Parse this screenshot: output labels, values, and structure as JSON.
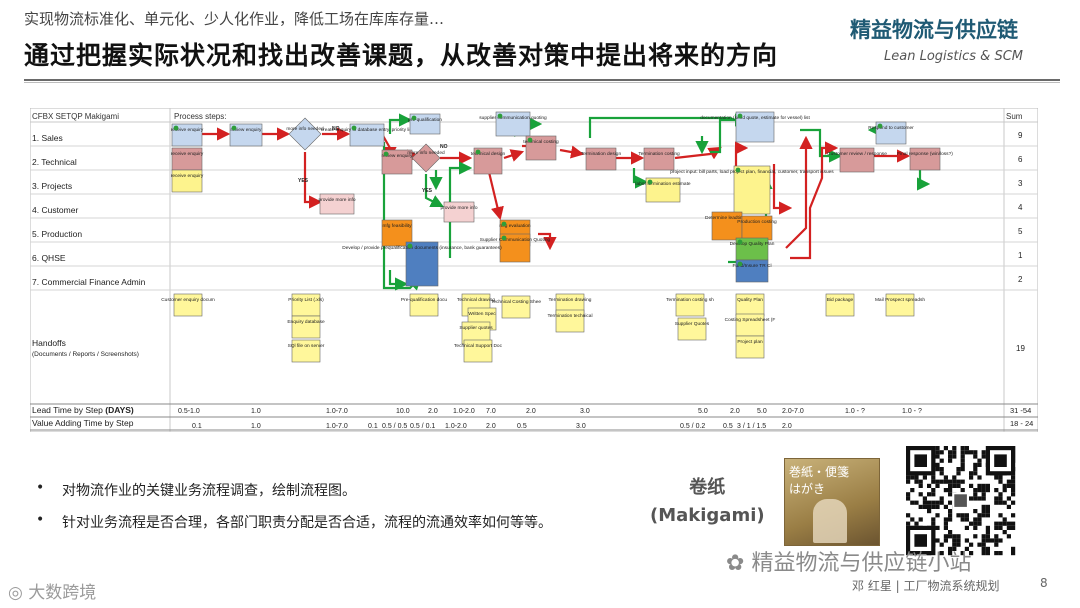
{
  "header": {
    "subtitle": "实现物流标准化、单元化、少人化作业，降低工场在库库存量…",
    "title": "通过把握实际状况和找出改善课题，从改善对策中提出将来的方向",
    "brand": "精益物流与供应链",
    "brand_en": "Lean Logistics & SCM"
  },
  "map": {
    "corner_label": "CFBX SETQP Makigami",
    "process_steps_label": "Process steps:",
    "sum_label": "Sum",
    "lanes": [
      {
        "label": "1. Sales",
        "sum": "9"
      },
      {
        "label": "2. Technical",
        "sum": "6"
      },
      {
        "label": "3. Projects",
        "sum": "3"
      },
      {
        "label": "4. Customer",
        "sum": "4"
      },
      {
        "label": "5. Production",
        "sum": "5"
      },
      {
        "label": "6. QHSE",
        "sum": "1"
      },
      {
        "label": "7. Commercial Finance Admin",
        "sum": "2"
      }
    ],
    "handoffs_label": "Handoffs",
    "handoffs_sub": "(Documents / Reports / Screenshots)",
    "handoffs_sum": "19",
    "lead_time_label": "Lead Time by Step",
    "lead_time_unit": "(DAYS)",
    "lead_time_sum": "31 -54",
    "value_adding_label": "Value Adding Time by Step",
    "value_adding_sum": "18 - 24",
    "lead_times": [
      "0.5-1.0",
      "1.0",
      "1.0-7.0",
      "10.0",
      "2.0",
      "1.0-2.0",
      "7.0",
      "2.0",
      "3.0",
      "5.0",
      "2.0",
      "5.0",
      "2.0-7.0",
      "1.0 - ?",
      "1.0 - ?"
    ],
    "value_times": [
      "0.1",
      "1.0",
      "1.0-7.0",
      "0.1",
      "0.5 / 0.5",
      "0.5 / 0.1",
      "1.0-2.0",
      "2.0",
      "0.5",
      "3.0",
      "0.5 / 0.2",
      "0.5",
      "3 / 1 / 1.5",
      "2.0"
    ],
    "decision_yes": "YES",
    "decision_no": "NO",
    "step_texts": [
      "receive enquiry",
      "review enquiry",
      "more info needed",
      "create enquiry in database entry, priority list",
      "pre-qualification",
      "receive enquiry",
      "review enquiry",
      "more info needed",
      "technical design",
      "supplier communication quoting",
      "technical costing",
      "Termination design",
      "Termination costing",
      "documentation (send quote, estimate for vessel) list",
      "Customer review / response",
      "Final response (win/loss?)",
      "Respond to customer",
      "receive enquiry",
      "labor termination estimate",
      "project input: bill parts, load project plan, financial, customer, transport issues",
      "provide more info",
      "provide more info",
      "mfg feasibility",
      "Develop / provide prequalification documents (insurance, bank guarantees)",
      "mfg evaluation",
      "Supplier Communication Quoting",
      "Determine leadtimes",
      "Production costing",
      "Develop Quality Plan",
      "Fund/Insure TR Cl"
    ],
    "handoff_notes": [
      "Customer enquiry document (email, etc)",
      "Priority List (.xls)",
      "Enquiry database",
      "SQl file on server",
      "Pre-qualification document",
      "Technical drawing",
      "Written Spec",
      "Supplier quotes",
      "Technical Support Doc",
      "Technical Costing Sheet",
      "Termination drawing",
      "Termination technical support data",
      "Termination costing sheet",
      "Supplier Quotes",
      "Quality Plan",
      "Costing Spreadsheet (Flushing Quote file)",
      "Project plan",
      "Bid package",
      "Mail Prospect spreadsheet"
    ]
  },
  "bullets": [
    "对物流作业的关键业务流程调查，绘制流程图。",
    "针对业务流程是否合理，各部门职责分配是否合适，流程的流通效率如何等等。"
  ],
  "makigami": {
    "line1": "卷纸",
    "line2": "(Makigami)"
  },
  "scroll_image": {
    "text1": "巻紙・便箋",
    "text2": "はがき"
  },
  "watermark": "精益物流与供应链小站",
  "footer": "邓 红星 | 工厂物流系统规划",
  "page_number": "8",
  "bottom_left_mark": "大数跨境"
}
